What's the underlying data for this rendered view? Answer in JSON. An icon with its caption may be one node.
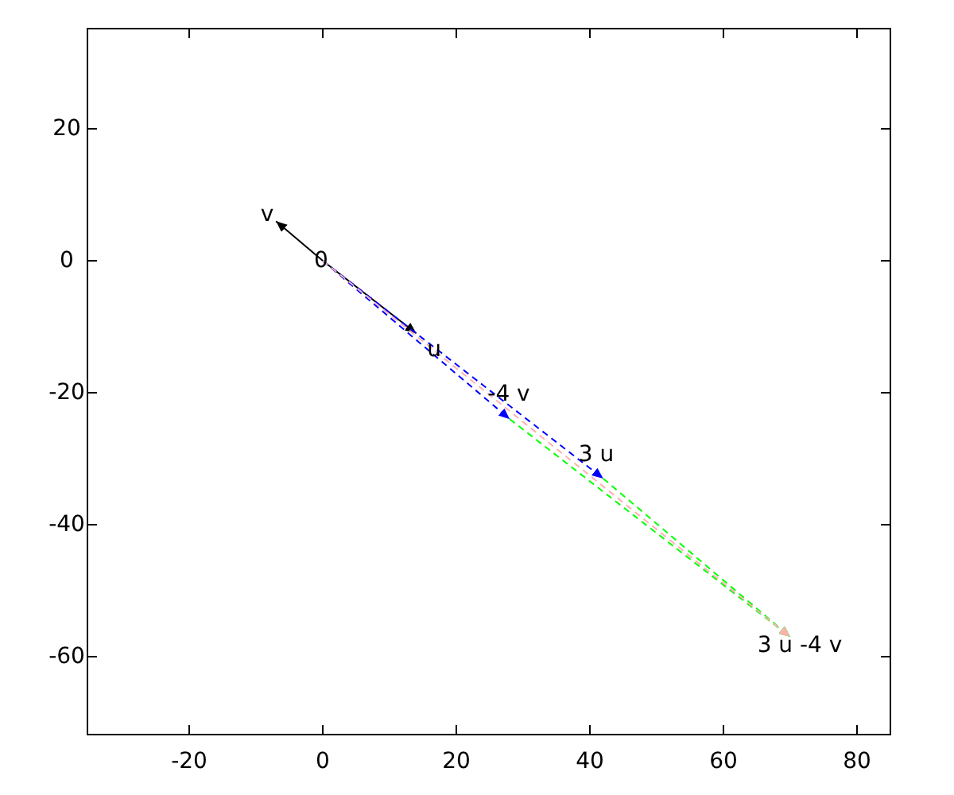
{
  "diagram": {
    "nodes": [
      {
        "text": [
          "0"
        ]
      },
      {
        "text": [
          "u"
        ]
      },
      {
        "text": [
          "v"
        ]
      },
      {
        "text": [
          "-4 v"
        ]
      },
      {
        "text": [
          "3 u"
        ]
      },
      {
        "text": [
          "3 u -4 v"
        ]
      }
    ],
    "edges": [
      {
        "from": 0,
        "to": 1,
        "arrow": "to"
      },
      {
        "from": 0,
        "to": 2,
        "arrow": "to"
      },
      {
        "from": 0,
        "to": 3,
        "arrow": "to",
        "style": "dashed",
        "color": "#0000ff"
      },
      {
        "from": 0,
        "to": 4,
        "arrow": "to",
        "style": "dashed",
        "color": "#0000ff"
      },
      {
        "from": 3,
        "to": 5,
        "arrow": "to",
        "style": "dashed",
        "color": "#00ff00"
      },
      {
        "from": 4,
        "to": 5,
        "arrow": "to",
        "style": "dashed",
        "color": "#00ff00"
      },
      {
        "from": 0,
        "to": 5,
        "arrow": "to",
        "style": "dashed",
        "color": "#ffb0b0"
      }
    ],
    "labels": [
      "20",
      "0",
      "-20",
      "-40",
      "-60",
      "-20",
      "0",
      "20",
      "40",
      "60",
      "80"
    ]
  }
}
